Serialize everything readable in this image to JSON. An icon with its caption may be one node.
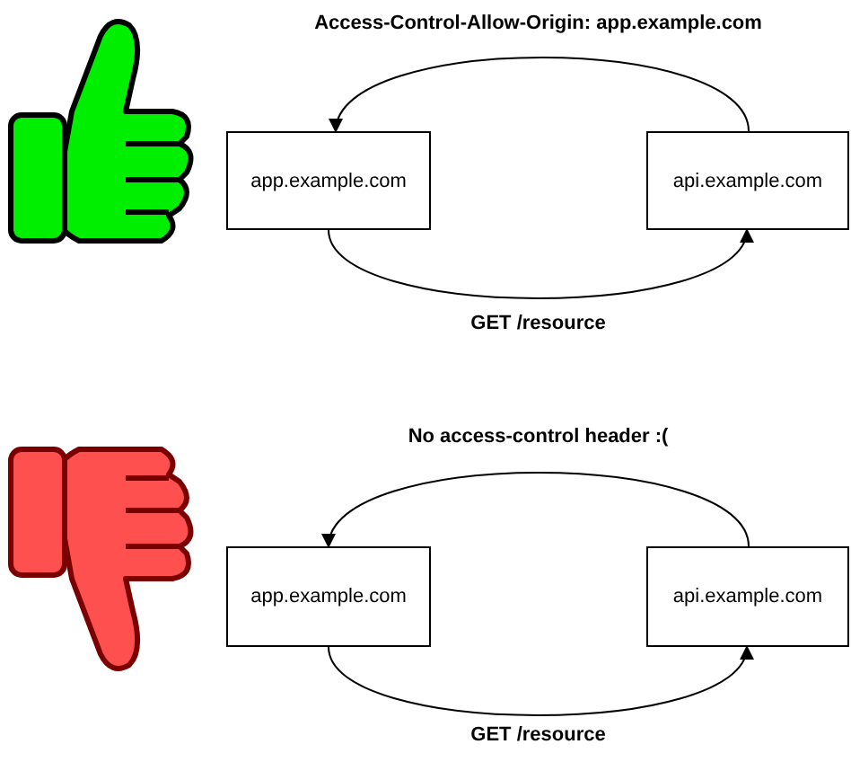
{
  "diagram": {
    "nodes": [
      {
        "text": [
          "app.example.com"
        ]
      },
      {
        "text": [
          "api.example.com"
        ]
      },
      {
        "text": [
          "app.example.com"
        ]
      },
      {
        "text": [
          "api.example.com"
        ]
      }
    ],
    "edges": [
      {
        "from": 1,
        "to": 0,
        "arrow": "to",
        "label": "Access-Control-Allow-Origin: app.example.com"
      },
      {
        "from": 0,
        "to": 1,
        "arrow": "to",
        "label": "GET /resource"
      },
      {
        "from": 3,
        "to": 2,
        "arrow": "to",
        "label": "No access-control header :("
      },
      {
        "from": 2,
        "to": 3,
        "arrow": "to",
        "label": "GET /resource"
      }
    ]
  }
}
